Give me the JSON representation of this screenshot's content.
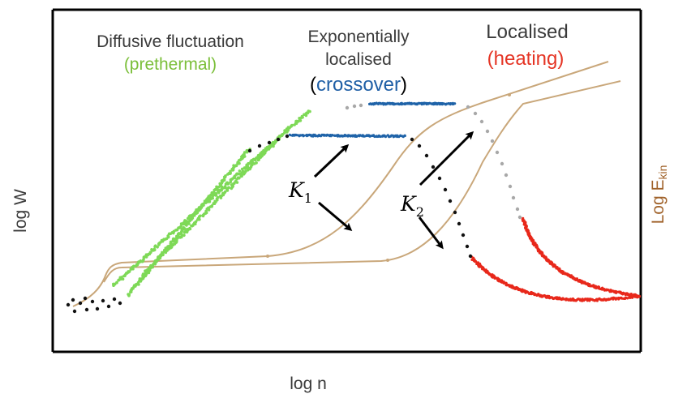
{
  "chart_data": {
    "type": "line",
    "title": "",
    "xlabel": "log n",
    "ylabel": "log W",
    "ylabel_right": "Log E",
    "ylabel_right_sub": "kin",
    "grid": false,
    "legend": "none",
    "regions": [
      {
        "lines": [
          "Diffusive fluctuation"
        ],
        "tag": "(prethermal)",
        "tag_color": "#7bbf3a"
      },
      {
        "lines": [
          "Exponentially",
          "localised"
        ],
        "tag_open": "(",
        "tag": "crossover",
        "tag_close": ")",
        "tag_color": "#1f5fa6"
      },
      {
        "lines": [
          "Localised"
        ],
        "tag": "(heating)",
        "tag_color": "#e53525"
      }
    ],
    "annotations": [
      {
        "label": "K",
        "sub": "1"
      },
      {
        "label": "K",
        "sub": "2"
      }
    ],
    "colors": {
      "axis": "#000000",
      "text": "#3a3a3a",
      "energy_curve": "#c9a77a",
      "energy_label": "#a0622a",
      "prethermal": "#7ed957",
      "crossover": "#1f63a8",
      "heating": "#e8281b",
      "transition_dots": "#111111",
      "gray_dots": "#a8a8a8"
    }
  }
}
